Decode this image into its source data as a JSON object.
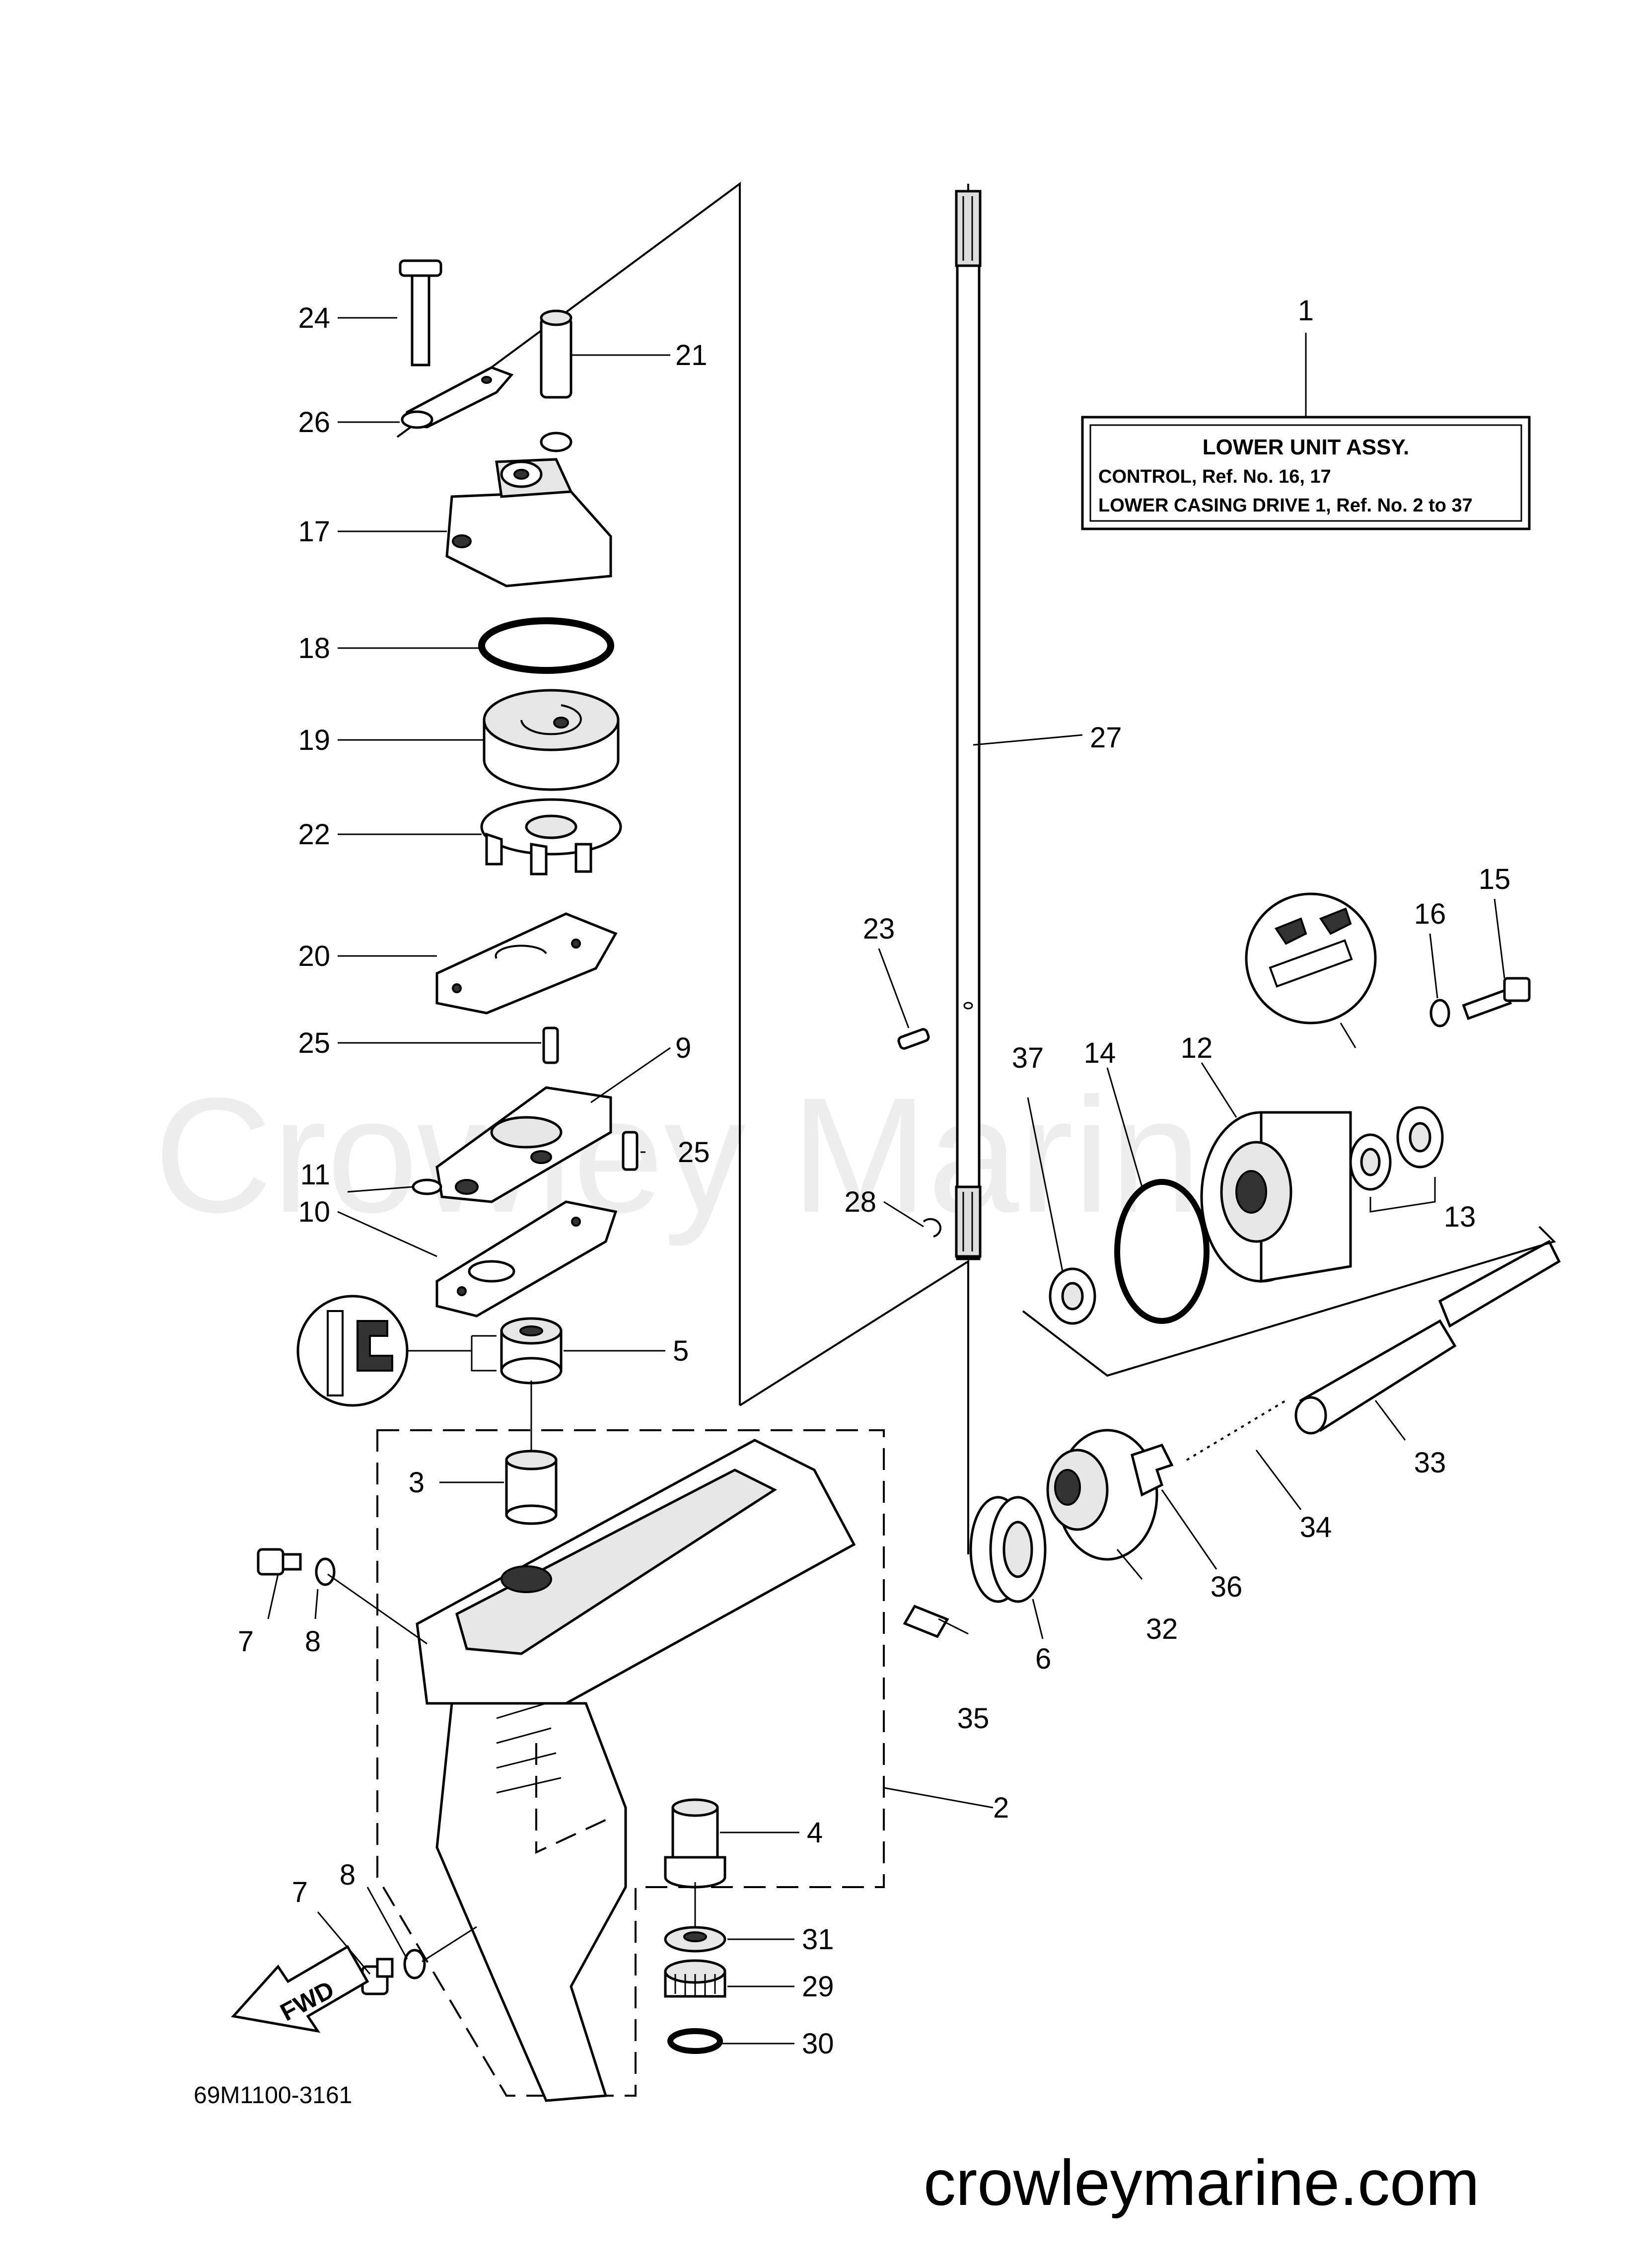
{
  "watermark": "Crowley Marine",
  "footer_url": "crowleymarine.com",
  "diagram_code": "69M1100-3161",
  "fwd_label": "FWD",
  "assembly_box": {
    "title": "LOWER UNIT ASSY.",
    "line1": "CONTROL,   Ref. No. 16, 17",
    "line2": "LOWER CASING DRIVE 1,   Ref. No. 2 to 37"
  },
  "callouts": {
    "c1": "1",
    "c2": "2",
    "c3": "3",
    "c4": "4",
    "c5": "5",
    "c6": "6",
    "c7a": "7",
    "c7b": "7",
    "c8a": "8",
    "c8b": "8",
    "c9": "9",
    "c10": "10",
    "c11": "11",
    "c12": "12",
    "c13": "13",
    "c14": "14",
    "c15": "15",
    "c16": "16",
    "c17": "17",
    "c18": "18",
    "c19": "19",
    "c20": "20",
    "c21": "21",
    "c22": "22",
    "c23": "23",
    "c24": "24",
    "c25a": "25",
    "c25b": "25",
    "c26": "26",
    "c27": "27",
    "c28": "28",
    "c29": "29",
    "c30": "30",
    "c31": "31",
    "c32": "32",
    "c33": "33",
    "c34": "34",
    "c35": "35",
    "c36": "36",
    "c37": "37"
  }
}
